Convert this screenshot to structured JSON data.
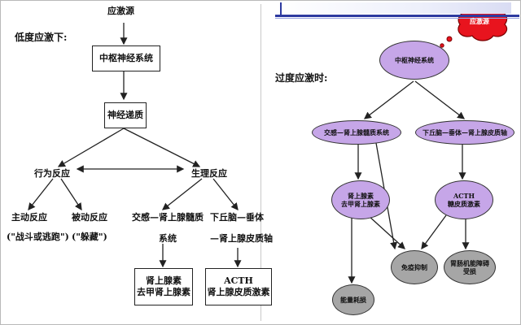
{
  "left": {
    "heading": "低度应激下:",
    "source": "应激源",
    "central": "中枢神经系统",
    "transmit": "神经递质",
    "behavior": "行为反应",
    "physio": "生理反应",
    "active": "主动反应",
    "active_sub": "(\"战斗或逃跑\")",
    "passive": "被动反应",
    "passive_sub": "(\"躲藏\")",
    "sympathetic_line1": "交感—肾上腺髓质",
    "sympathetic_line2": "系统",
    "hpa_line1": "下丘脑—垂体",
    "hpa_line2": "—肾上腺皮质轴",
    "hormone1_line1": "肾上腺素",
    "hormone1_line2": "去甲肾上腺素",
    "hormone2_line1": "ACTH",
    "hormone2_line2": "肾上腺皮质激素"
  },
  "right": {
    "heading": "过度应激时:",
    "cloud": "应激源",
    "central": "中枢神经系统",
    "sympathetic": "交感—肾上腺髓质系统",
    "hpa": "下丘脑—垂体—肾上腺皮质轴",
    "catechol_line1": "肾上腺素",
    "catechol_line2": "去甲肾上腺素",
    "acth_line1": "ACTH",
    "acth_line2": "糖皮质激素",
    "energy": "能量耗损",
    "immune": "免疫抑制",
    "gut_line1": "胃肠机能障碍",
    "gut_line2": "受损"
  },
  "colors": {
    "purple": "#c6a6e8",
    "gray": "#a6a6a6",
    "cloud": "#e8141e",
    "deco": "#2d3aa0"
  }
}
